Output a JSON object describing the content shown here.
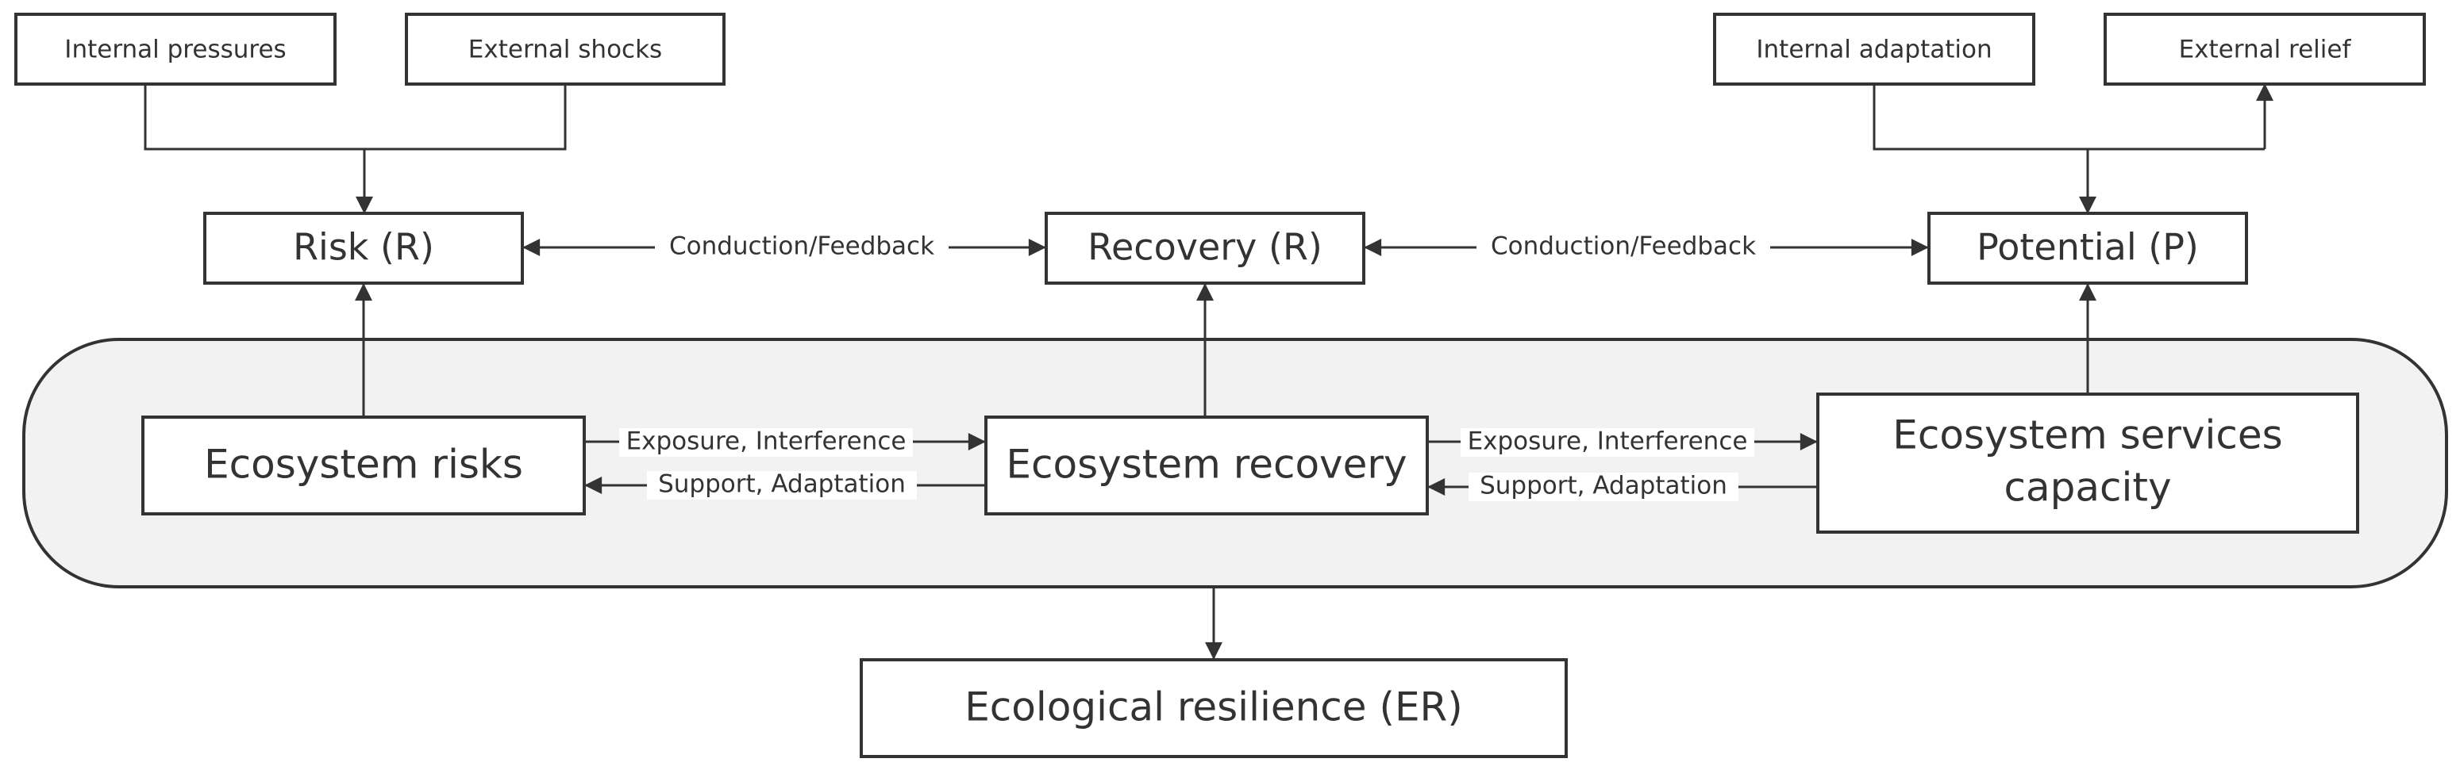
{
  "nodes": {
    "internal_pressures": "Internal pressures",
    "external_shocks": "External shocks",
    "internal_adaptation": "Internal adaptation",
    "external_relief": "External relief",
    "risk": "Risk (R)",
    "recovery": "Recovery (R)",
    "potential": "Potential (P)",
    "ecosystem_risks": "Ecosystem risks",
    "ecosystem_recovery": "Ecosystem recovery",
    "ecosystem_services_line1": "Ecosystem services",
    "ecosystem_services_line2": "capacity",
    "ecological_resilience": "Ecological resilience (ER)"
  },
  "edges": {
    "conduction_feedback_left": "Conduction/Feedback",
    "conduction_feedback_right": "Conduction/Feedback",
    "exposure_interference_left": "Exposure, Interference",
    "support_adaptation_left": "Support, Adaptation",
    "exposure_interference_right": "Exposure, Interference",
    "support_adaptation_right": "Support, Adaptation"
  },
  "colors": {
    "stroke": "#333333",
    "container_fill": "#f2f2f2",
    "box_fill": "#ffffff"
  }
}
